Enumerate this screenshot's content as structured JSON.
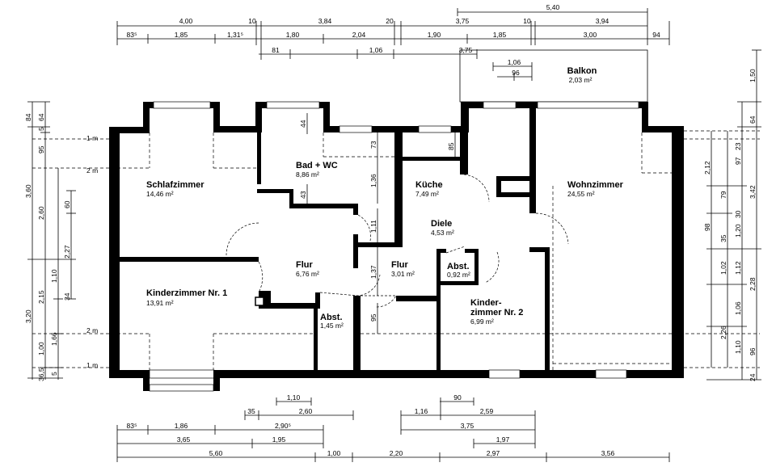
{
  "rooms": {
    "schlafzimmer": {
      "name": "Schlafzimmer",
      "area": "14,46 m²"
    },
    "bad": {
      "name": "Bad + WC",
      "area": "8,86 m²"
    },
    "kueche": {
      "name": "Küche",
      "area": "7,49 m²"
    },
    "wohnzimmer": {
      "name": "Wohnzimmer",
      "area": "24,55 m²"
    },
    "balkon": {
      "name": "Balkon",
      "area": "2,03 m²"
    },
    "diele": {
      "name": "Diele",
      "area": "4,53 m²"
    },
    "flur1": {
      "name": "Flur",
      "area": "6,76 m²"
    },
    "flur2": {
      "name": "Flur",
      "area": "3,01 m²"
    },
    "abst1": {
      "name": "Abst.",
      "area": "0,92 m²"
    },
    "abst2": {
      "name": "Abst.",
      "area": "1,45 m²"
    },
    "kinder1": {
      "name": "Kinderzimmer Nr. 1",
      "area": "13,91 m²"
    },
    "kinder2_line1": "Kinder-",
    "kinder2_line2": "zimmer Nr. 2",
    "kinder2_area": "6,99 m²"
  },
  "heights": {
    "h1": "1 m",
    "h2": "2 m",
    "h3": "2 m",
    "h4": "1 m"
  },
  "dims_top": {
    "r1": [
      "4,00",
      "10",
      "3,84",
      "20",
      "3,75",
      "10",
      "3,94"
    ],
    "r0": [
      "5,40"
    ],
    "r2": [
      "83⁵",
      "1,85",
      "1,31⁵",
      "1,80",
      "2,04",
      "1,90",
      "1,85",
      "3,00",
      "94"
    ],
    "r3": [
      "81",
      "1,06",
      "3,75"
    ],
    "balkon": [
      "1,06",
      "96"
    ]
  },
  "dims_bottom": {
    "r1": [
      "1,10",
      "90"
    ],
    "r2": [
      "35",
      "2,60",
      "1,16",
      "2,59"
    ],
    "r3": [
      "83⁵",
      "1,86",
      "2,90⁵",
      "3,75"
    ],
    "r4": [
      "3,65",
      "1,95",
      "1,97"
    ],
    "r5": [
      "5,60",
      "1,00",
      "2,20",
      "2,97",
      "3,56"
    ]
  },
  "dims_left": {
    "outer": [
      "84",
      "64",
      "95",
      "5",
      "3,60",
      "2,60",
      "60",
      "2,27",
      "1,10",
      "34",
      "2,15",
      "3,20",
      "1,66",
      "1,00",
      "36,5",
      "5"
    ]
  },
  "dims_right": {
    "a": [
      "1,50",
      "64",
      "23",
      "97",
      "2,12",
      "79",
      "3,42",
      "30",
      "98",
      "1,20",
      "35",
      "1,02",
      "1,12",
      "2,28",
      "1,06",
      "2,26",
      "1,10",
      "96",
      "24"
    ]
  },
  "inner_dims": [
    "44",
    "73",
    "85",
    "1,36",
    "43",
    "1,11",
    "1,37",
    "95"
  ]
}
